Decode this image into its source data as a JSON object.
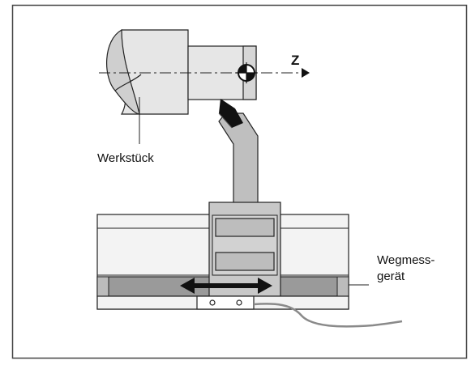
{
  "labels": {
    "axis": "Z",
    "workpiece": "Werkstück",
    "encoder_line1": "Wegmess-",
    "encoder_line2": "gerät"
  },
  "icons": {
    "datum": "reference-point-icon",
    "direction": "double-arrow-icon"
  },
  "colors": {
    "background": "#ffffff",
    "frame": "#444444",
    "panel": "#f3f3f3",
    "workpiece_body": "#e6e6e6",
    "workpiece_shadow": "#cfcfcf",
    "tool": "#bfbfbf",
    "tool_tip": "#111111",
    "guide_rail": "#9a9a9a",
    "arrow": "#111111",
    "cable": "#8a8a8a",
    "line": "#222222",
    "text": "#111111"
  }
}
